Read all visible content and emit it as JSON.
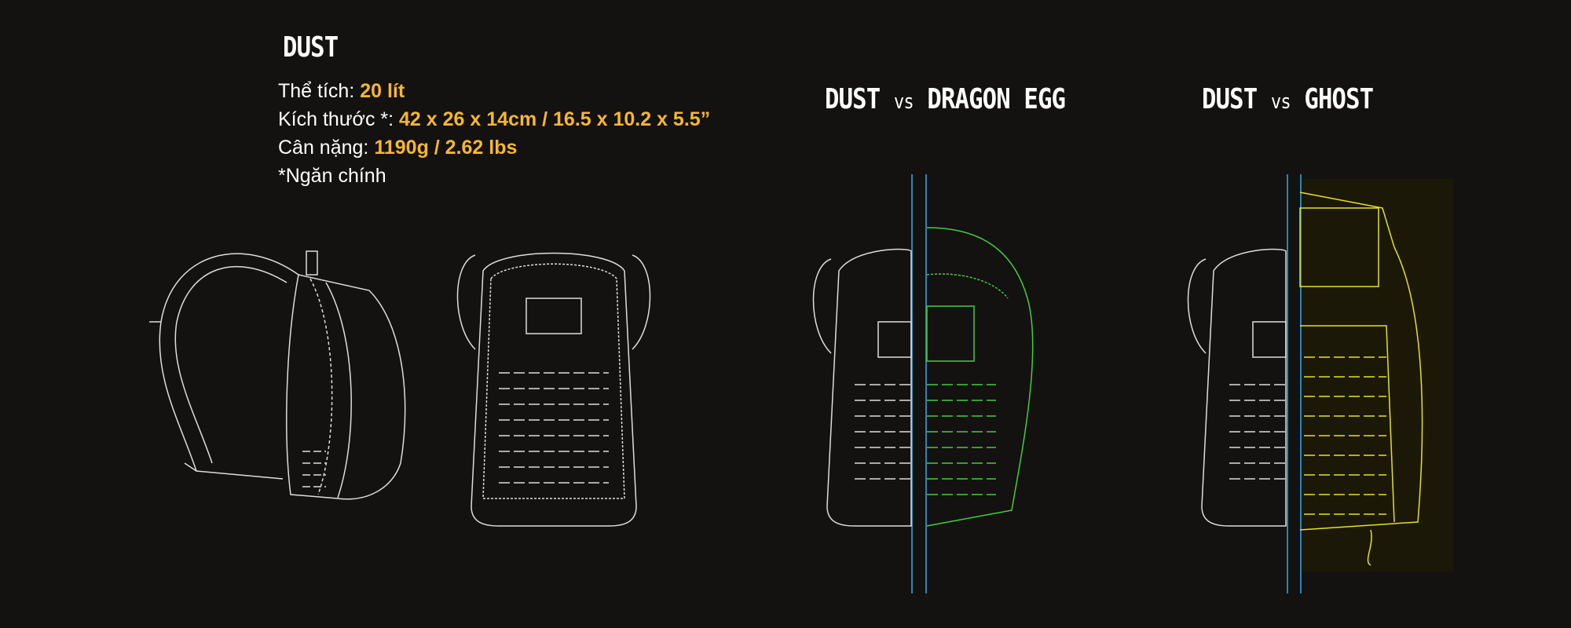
{
  "product": {
    "name": "DUST",
    "specs": [
      {
        "label": "Thể tích: ",
        "value": "20 lít"
      },
      {
        "label": "Kích thước *: ",
        "value": "42 x 26 x 14cm / 16.5 x 10.2 x 5.5”"
      },
      {
        "label": "Cân nặng: ",
        "value": "1190g / 2.62 lbs"
      }
    ],
    "footnote": "*Ngăn chính"
  },
  "comparisons": [
    {
      "a": "DUST",
      "vs": "vs",
      "b": "DRAGON EGG",
      "color": "#3fd13a"
    },
    {
      "a": "DUST",
      "vs": "vs",
      "b": "GHOST",
      "color": "#e6e21e"
    }
  ],
  "colors": {
    "highlight": "#f5b82e",
    "divider": "#2a86b8",
    "background": "#141111"
  }
}
